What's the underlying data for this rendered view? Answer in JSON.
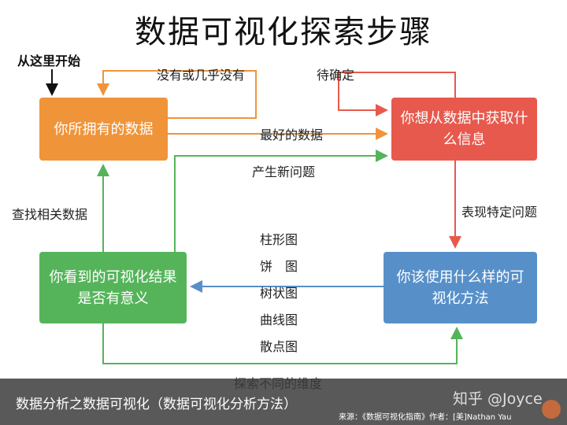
{
  "title": "数据可视化探索步骤",
  "start_label": "从这里开始",
  "boxes": {
    "data_have": "你所拥有的数据",
    "info_want": "你想从数据中获取什么信息",
    "visualize_how": "你该使用什么样的可视化方法",
    "result_meaning": "你看到的可视化结果是否有意义"
  },
  "edges": {
    "none": "没有或几乎没有",
    "best_data": "最好的数据",
    "pending": "待确定",
    "new_question": "产生新问题",
    "find_data": "查找相关数据",
    "specific_question": "表现特定问题",
    "explore_dimensions": "探索不同的维度"
  },
  "chart_types": [
    "柱形图",
    "饼　图",
    "树状图",
    "曲线图",
    "散点图"
  ],
  "colors": {
    "orange": "#f0943a",
    "red": "#e8594d",
    "green": "#55b45a",
    "blue": "#5790c9"
  },
  "footer": {
    "caption": "数据分析之数据可视化（数据可视化分析方法）",
    "watermark": "知乎 @Joyce",
    "source": "来源：《数据可视化指南》作者：[美]Nathan Yau"
  }
}
